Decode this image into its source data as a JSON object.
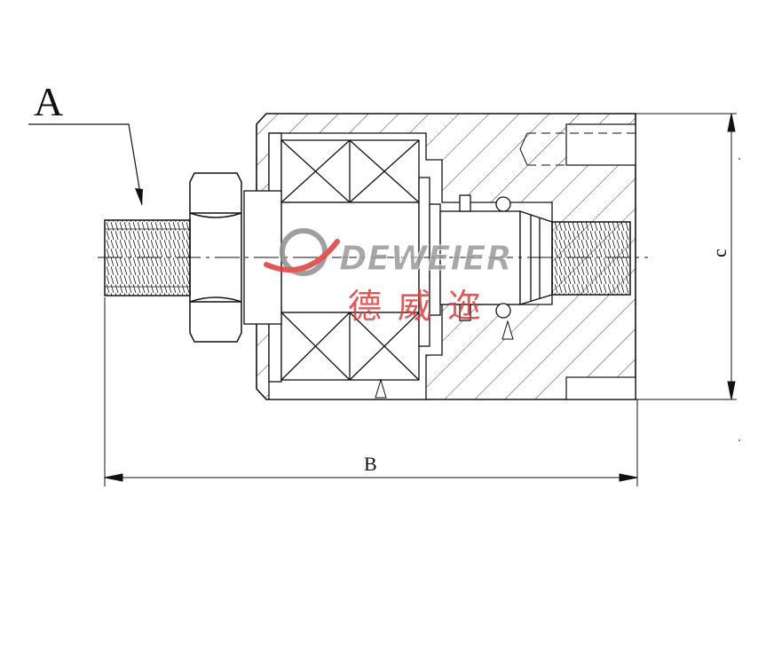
{
  "labels": {
    "a": "A",
    "b": "B",
    "c": "c"
  },
  "watermark": {
    "brand": "DEWEIER",
    "chinese": "德威迩"
  },
  "colors": {
    "line": "#111111",
    "watermark_gray": "#8f8f8f",
    "watermark_red": "#e03a3a"
  }
}
